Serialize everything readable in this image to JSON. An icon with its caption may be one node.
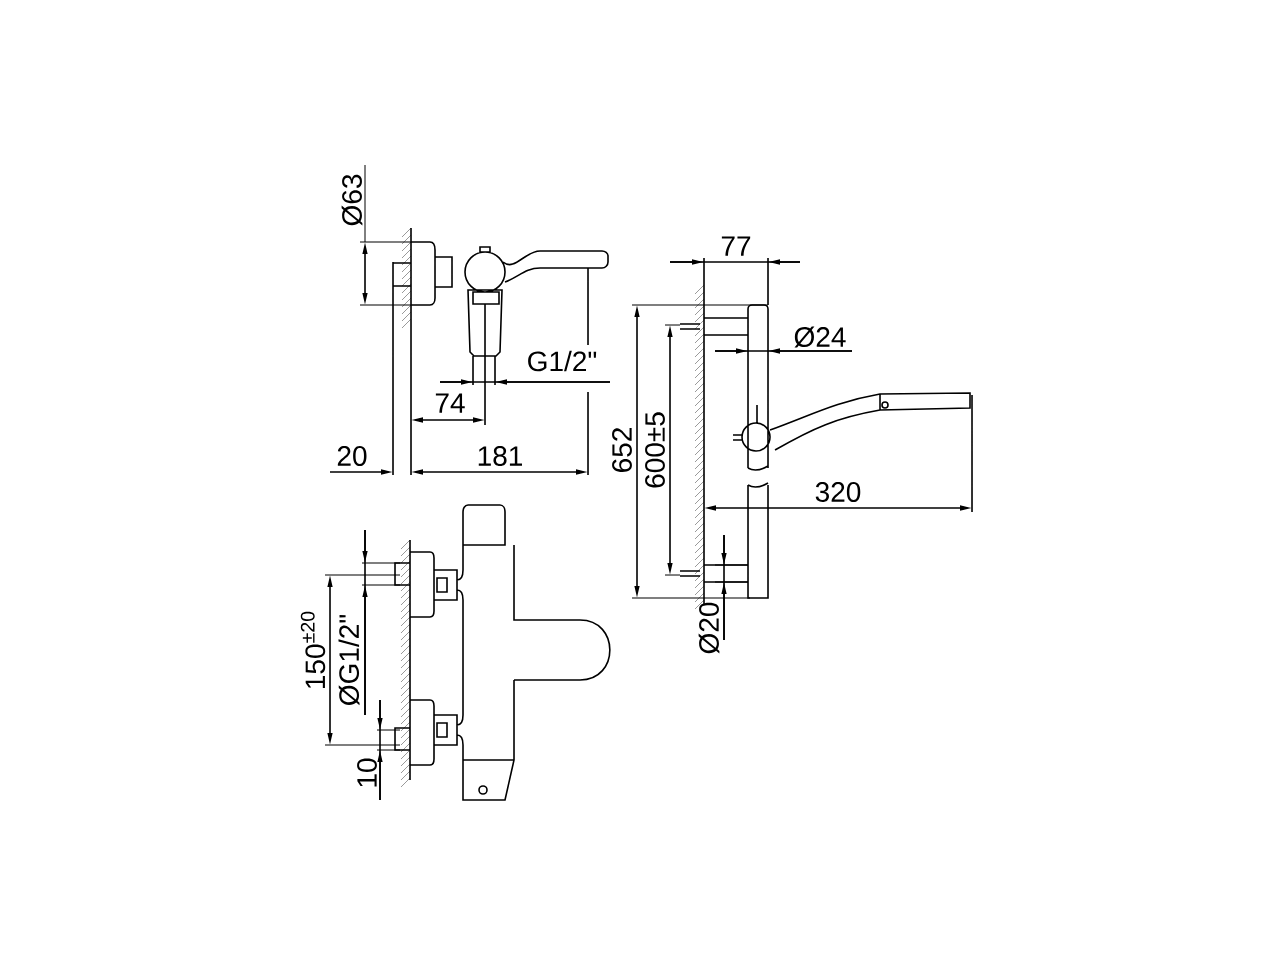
{
  "diagram": {
    "labels": [
      "Ø63",
      "G1/2\"",
      "74",
      "20",
      "181",
      "77",
      "Ø24",
      "652",
      "600±5",
      "320",
      "150$^{±20}$",
      "ØG1/2\"",
      "Ø20",
      "10"
    ]
  }
}
